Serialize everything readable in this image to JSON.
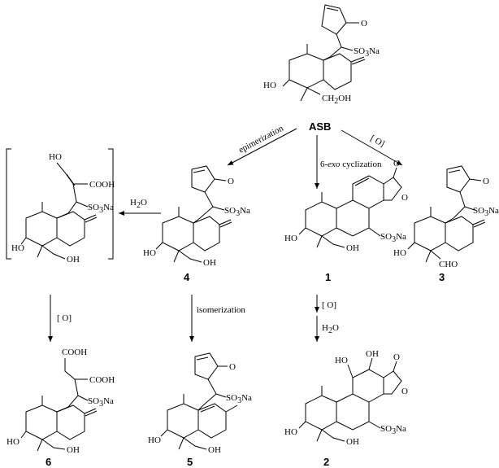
{
  "compounds": {
    "asb": {
      "label": "ASB"
    },
    "c1": {
      "label": "1"
    },
    "c2": {
      "label": "2"
    },
    "c3": {
      "label": "3"
    },
    "c4": {
      "label": "4"
    },
    "c5": {
      "label": "5"
    },
    "c6": {
      "label": "6"
    }
  },
  "atoms": {
    "so3na": "SO3Na",
    "so3na_prefix": "SO",
    "so3na_sub": "3",
    "so3na_suffix": "Na",
    "ho": "HO",
    "oh": "OH",
    "ch2oh_prefix": "CH",
    "ch2oh_sub": "2",
    "ch2oh_suffix": "OH",
    "o": "O",
    "cooh": "COOH",
    "cho": "CHO"
  },
  "reagents": {
    "epimerization": "epimerization",
    "six_exo_prefix": "6-",
    "six_exo_italic": "exo",
    "six_exo_suffix": " cyclization",
    "oxidation": "[ O]",
    "water_prefix": "H",
    "water_sub": "2",
    "water_suffix": "O",
    "isomerization": "isomerization"
  }
}
